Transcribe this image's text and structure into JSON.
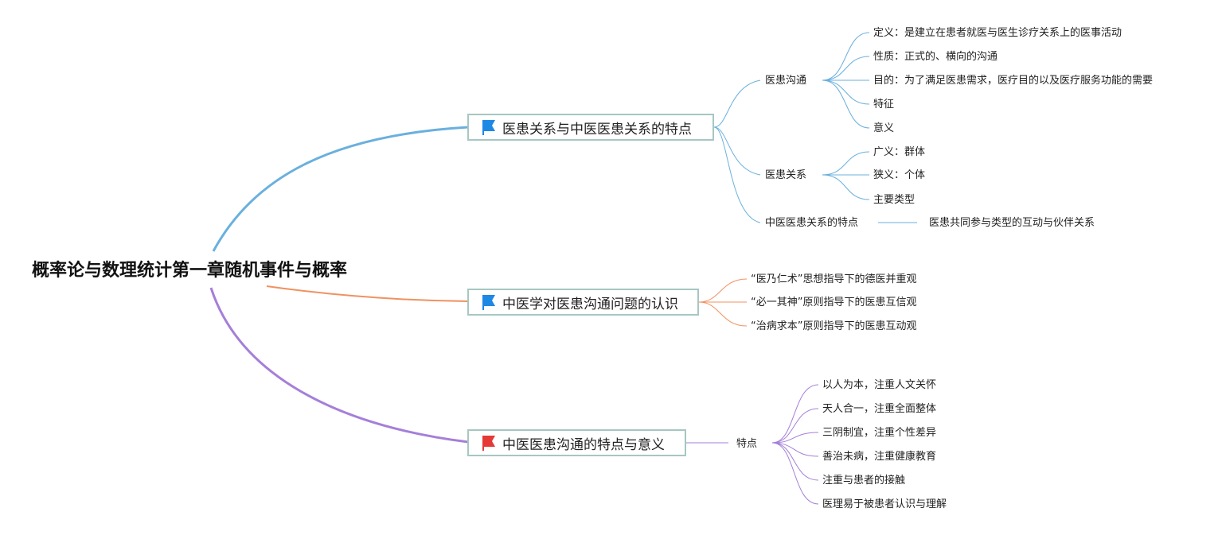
{
  "root": {
    "title": "概率论与数理统计第一章随机事件与概率"
  },
  "colors": {
    "blue": "#6ab0de",
    "orange": "#f0915f",
    "purple": "#a57fd9",
    "flag_blue": "#1e88e5",
    "flag_red": "#e53935",
    "node_border": "#a6c7c2"
  },
  "branches": [
    {
      "label": "医患关系与中医医患关系的特点",
      "flag": "flag-blue-icon",
      "children": [
        {
          "label": "医患沟通",
          "children": [
            "定义：是建立在患者就医与医生诊疗关系上的医事活动",
            "性质：正式的、横向的沟通",
            "目的：为了满足医患需求，医疗目的以及医疗服务功能的需要",
            "特征",
            "意义"
          ]
        },
        {
          "label": "医患关系",
          "children": [
            "广义：群体",
            "狭义：个体",
            "主要类型"
          ]
        },
        {
          "label": "中医医患关系的特点",
          "children": [
            "医患共同参与类型的互动与伙伴关系"
          ]
        }
      ]
    },
    {
      "label": "中医学对医患沟通问题的认识",
      "flag": "flag-blue-icon",
      "children": [
        "“医乃仁术”思想指导下的德医并重观",
        "“必一其神”原则指导下的医患互信观",
        "“治病求本”原则指导下的医患互动观"
      ]
    },
    {
      "label": "中医医患沟通的特点与意义",
      "flag": "flag-red-icon",
      "children": [
        {
          "label": "特点",
          "children": [
            "以人为本，注重人文关怀",
            "天人合一，注重全面整体",
            "三阴制宜，注重个性差异",
            "善治未病，注重健康教育",
            "注重与患者的接触",
            "医理易于被患者认识与理解"
          ]
        }
      ]
    }
  ]
}
